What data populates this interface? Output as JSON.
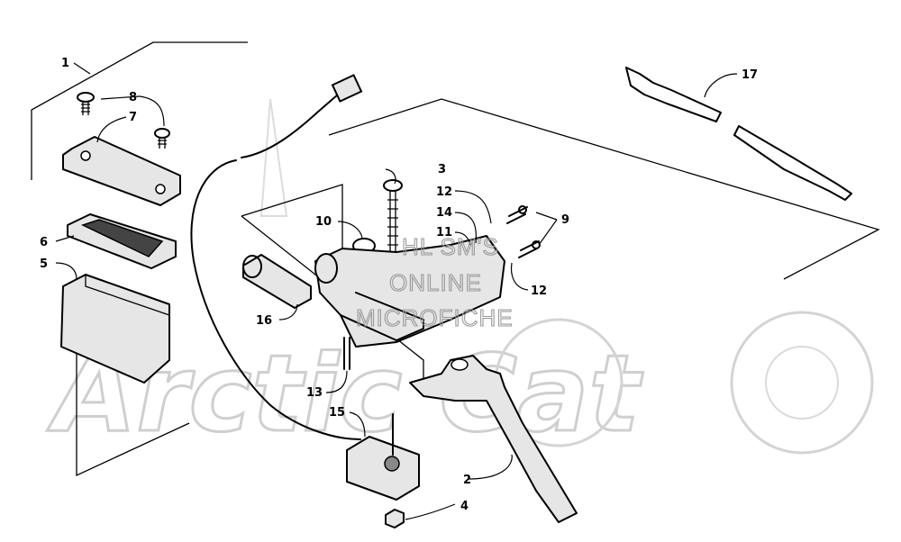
{
  "callouts": [
    {
      "key": "c1",
      "label": "1"
    },
    {
      "key": "c2",
      "label": "2"
    },
    {
      "key": "c3",
      "label": "3"
    },
    {
      "key": "c4",
      "label": "4"
    },
    {
      "key": "c5",
      "label": "5"
    },
    {
      "key": "c6",
      "label": "6"
    },
    {
      "key": "c7",
      "label": "7"
    },
    {
      "key": "c8",
      "label": "8"
    },
    {
      "key": "c9",
      "label": "9"
    },
    {
      "key": "c10",
      "label": "10"
    },
    {
      "key": "c11",
      "label": "11"
    },
    {
      "key": "c12a",
      "label": "12"
    },
    {
      "key": "c12b",
      "label": "12"
    },
    {
      "key": "c13",
      "label": "13"
    },
    {
      "key": "c14",
      "label": "14"
    },
    {
      "key": "c15",
      "label": "15"
    },
    {
      "key": "c16",
      "label": "16"
    },
    {
      "key": "c17",
      "label": "17"
    }
  ],
  "watermark": {
    "line1": "HL SM'S",
    "line2": "ONLINE",
    "line3": "MICROFICHE",
    "logo": "Arctic Cat"
  },
  "colors": {
    "ink": "#000000",
    "watermark_text": "#9a9a9a",
    "watermark_logo": "#cfcfcf",
    "background": "#ffffff"
  }
}
